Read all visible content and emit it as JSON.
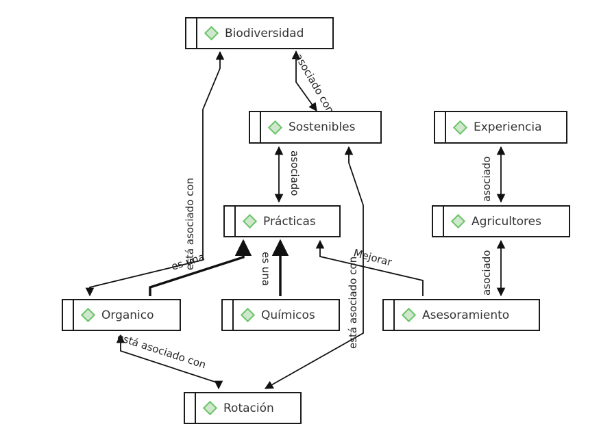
{
  "diagram": {
    "nodes": [
      {
        "id": "biodiversidad",
        "label": "Biodiversidad"
      },
      {
        "id": "sostenibles",
        "label": "Sostenibles"
      },
      {
        "id": "experiencia",
        "label": "Experiencia"
      },
      {
        "id": "practicas",
        "label": "Prácticas"
      },
      {
        "id": "agricultores",
        "label": "Agricultores"
      },
      {
        "id": "organico",
        "label": "Organico"
      },
      {
        "id": "quimicos",
        "label": "Químicos"
      },
      {
        "id": "asesoramiento",
        "label": "Asesoramiento"
      },
      {
        "id": "rotacion",
        "label": "Rotación"
      }
    ],
    "edges": [
      {
        "from": "biodiversidad",
        "to": "sostenibles",
        "label": "asociado con",
        "bidirectional": true
      },
      {
        "from": "sostenibles",
        "to": "practicas",
        "label": "asociado",
        "bidirectional": true
      },
      {
        "from": "experiencia",
        "to": "agricultores",
        "label": "asociado",
        "bidirectional": true
      },
      {
        "from": "agricultores",
        "to": "asesoramiento",
        "label": "asociado",
        "bidirectional": true
      },
      {
        "from": "biodiversidad",
        "to": "organico",
        "label": "está asociado con",
        "bidirectional": true
      },
      {
        "from": "organico",
        "to": "practicas",
        "label": "es una",
        "bidirectional": false
      },
      {
        "from": "quimicos",
        "to": "practicas",
        "label": "es una",
        "bidirectional": false
      },
      {
        "from": "asesoramiento",
        "to": "practicas",
        "label": "Mejorar",
        "bidirectional": false
      },
      {
        "from": "sostenibles",
        "to": "rotacion",
        "label": "está asociado con",
        "bidirectional": true
      },
      {
        "from": "organico",
        "to": "rotacion",
        "label": "está asociado con",
        "bidirectional": true
      }
    ]
  }
}
